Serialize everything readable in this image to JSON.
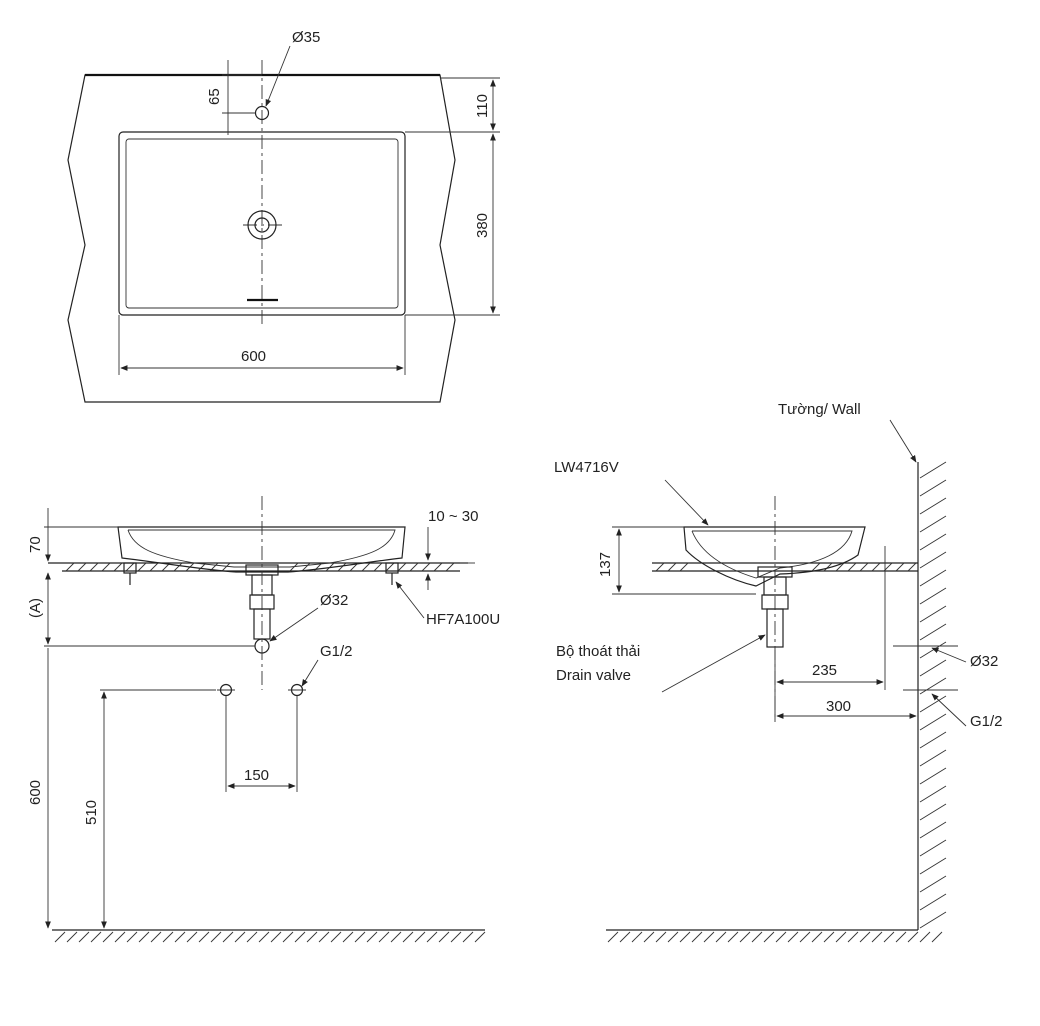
{
  "top_view": {
    "dim_hole_diameter": "Ø35",
    "dim_hole_offset": "65",
    "dim_back": "110",
    "dim_depth": "380",
    "dim_width": "600"
  },
  "front_view": {
    "dim_rim": "70",
    "dim_counter": "10 ~ 30",
    "dim_a": "(A)",
    "dim_drain": "Ø32",
    "dim_supply": "G1/2",
    "part_code": "HF7A100U",
    "dim_supply_spacing": "150",
    "dim_total_height": "600",
    "dim_supply_height": "510"
  },
  "side_view": {
    "wall_label": "Tường/ Wall",
    "model": "LW4716V",
    "dim_height": "137",
    "drain_label_vi": "Bộ thoát thải",
    "drain_label_en": "Drain valve",
    "dim_235": "235",
    "dim_300": "300",
    "dim_drain": "Ø32",
    "dim_supply": "G1/2"
  }
}
